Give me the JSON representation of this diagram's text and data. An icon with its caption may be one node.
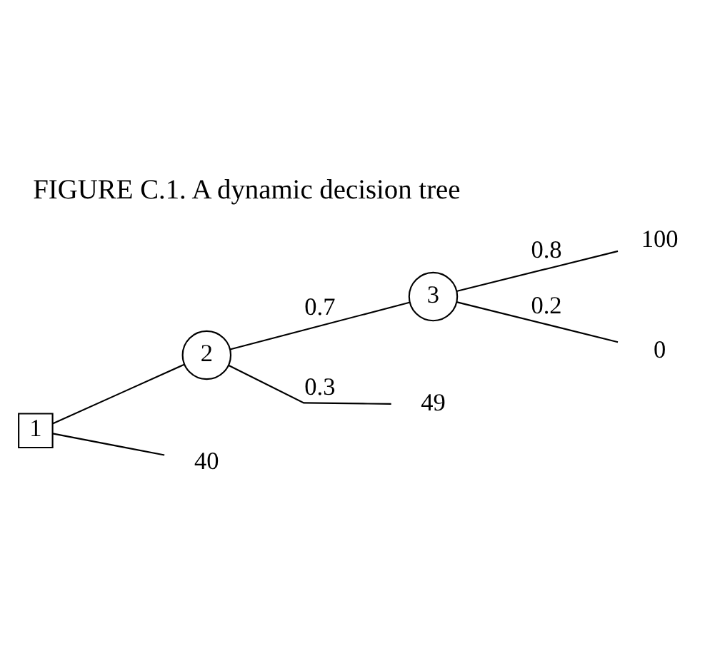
{
  "diagram": {
    "title": "FIGURE C.1. A dynamic decision tree",
    "nodes": [
      {
        "text": [
          "1"
        ]
      },
      {
        "text": [
          "2"
        ]
      },
      {
        "text": [
          "3"
        ]
      },
      {
        "text": [
          "100"
        ]
      },
      {
        "text": [
          "0"
        ]
      },
      {
        "text": [
          "49"
        ]
      },
      {
        "text": [
          "40"
        ]
      }
    ],
    "edges": [
      {
        "from": 0,
        "to": 1,
        "arrow": "none"
      },
      {
        "from": 0,
        "to": 6,
        "arrow": "none"
      },
      {
        "from": 1,
        "to": 2,
        "arrow": "none",
        "label": "0.7"
      },
      {
        "from": 1,
        "to": 5,
        "arrow": "none",
        "label": "0.3"
      },
      {
        "from": 2,
        "to": 3,
        "arrow": "none",
        "label": "0.8"
      },
      {
        "from": 2,
        "to": 4,
        "arrow": "none",
        "label": "0.2"
      }
    ]
  }
}
